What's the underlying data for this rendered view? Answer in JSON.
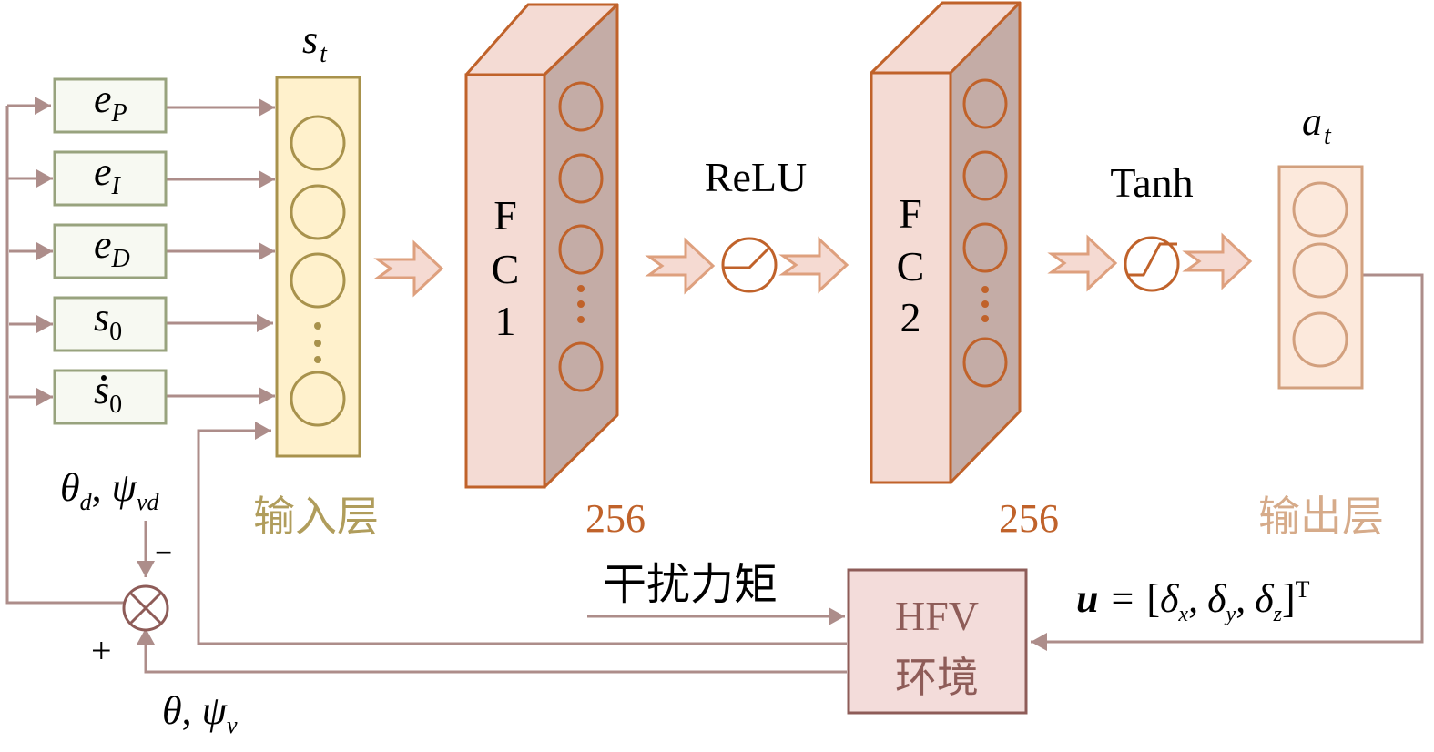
{
  "colors": {
    "line": "#ad8d8a",
    "input_box_fill": "#f7f9f2",
    "input_box_stroke": "#98a37e",
    "input_layer_fill": "#fff1cc",
    "input_layer_stroke": "#a8924c",
    "fc_front_fill": "#f4dbd4",
    "fc_side_fill": "#c4aca6",
    "fc_stroke": "#c0622a",
    "output_layer_fill": "#fce9dc",
    "output_layer_stroke": "#d2a07e",
    "arrow_fill": "#f5dad2",
    "arrow_stroke": "#dea07e",
    "hfv_fill": "#f3dcda",
    "hfv_stroke": "#8e5c58",
    "hfv_text": "#8e5c58",
    "label_input_layer": "#b09d5c",
    "label_fc_units": "#c0622a",
    "label_output_layer": "#d6ab8a"
  },
  "inputs": [
    {
      "base": "e",
      "sub": "P",
      "dot": false
    },
    {
      "base": "e",
      "sub": "I",
      "dot": false
    },
    {
      "base": "e",
      "sub": "D",
      "dot": false
    },
    {
      "base": "s",
      "sub": "0",
      "dot": false
    },
    {
      "base": "s",
      "sub": "0",
      "dot": true
    }
  ],
  "state_label": {
    "base": "s",
    "sub": "t"
  },
  "action_label": {
    "base": "a",
    "sub": "t"
  },
  "input_layer_label": "输入层",
  "output_layer_label": "输出层",
  "fc1": {
    "line1": "F",
    "line2": "C",
    "line3": "1",
    "units": "256"
  },
  "fc2": {
    "line1": "F",
    "line2": "C",
    "line3": "2",
    "units": "256"
  },
  "activation1": "ReLU",
  "activation2": "Tanh",
  "desired_label": {
    "theta": "θ",
    "theta_sub": "d",
    "psi": "ψ",
    "psi_sub": "vd"
  },
  "actual_label": {
    "theta": "θ",
    "psi": "ψ",
    "psi_sub": "v"
  },
  "sum_minus": "−",
  "sum_plus": "+",
  "disturbance_label": "干扰力矩",
  "env": {
    "line1": "HFV",
    "line2": "环境"
  },
  "control_label": {
    "u": "u",
    "eq": "=",
    "open": "[",
    "d1": "δ",
    "s1": "x",
    "d2": "δ",
    "s2": "y",
    "d3": "δ",
    "s3": "z",
    "close": "]",
    "T": "T",
    "comma": ","
  }
}
